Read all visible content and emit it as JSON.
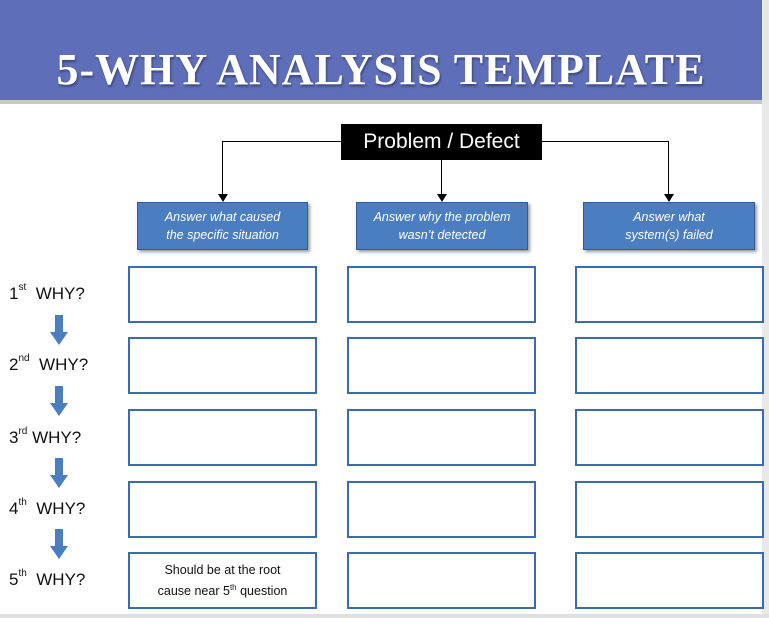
{
  "title": "5-WHY ANALYSIS TEMPLATE",
  "problem": "Problem / Defect",
  "columns": [
    {
      "line1": "Answer what caused",
      "line2": "the specific situation"
    },
    {
      "line1": "Answer why the problem",
      "line2": "wasn’t detected"
    },
    {
      "line1": "Answer what",
      "line2": "system(s) failed"
    }
  ],
  "whys": [
    {
      "num": "1",
      "suffix": "st",
      "word": "WHY?"
    },
    {
      "num": "2",
      "suffix": "nd",
      "word": "WHY?"
    },
    {
      "num": "3",
      "suffix": "rd",
      "word": "WHY?"
    },
    {
      "num": "4",
      "suffix": "th",
      "word": "WHY?"
    },
    {
      "num": "5",
      "suffix": "th",
      "word": "WHY?"
    }
  ],
  "root_note": {
    "line1": "Should be at the root",
    "line2_pre": "cause near 5",
    "line2_sup": "th",
    "line2_post": " question"
  },
  "colors": {
    "banner": "#5e6eb8",
    "header": "#4a7ec0",
    "cell_border": "#3b6bae",
    "arrow": "#4a7ec0"
  },
  "icons": {
    "flow_arrow": "down-arrow-icon"
  }
}
